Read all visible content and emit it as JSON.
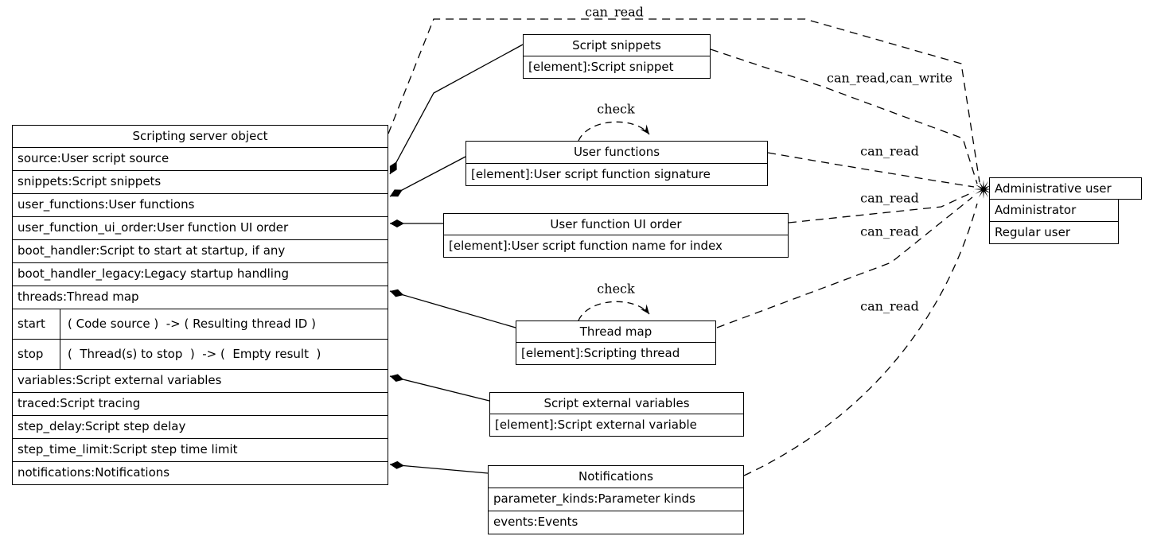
{
  "main_table": {
    "title": "Scripting server object",
    "rows": [
      {
        "label": "source:User script source"
      },
      {
        "label": "snippets:Script snippets"
      },
      {
        "label": "user_functions:User functions"
      },
      {
        "label": "user_function_ui_order:User function UI order"
      },
      {
        "label": "boot_handler:Script to start at startup, if any"
      },
      {
        "label": "boot_handler_legacy:Legacy startup handling"
      },
      {
        "label": "threads:Thread map"
      },
      {
        "method": "start",
        "signature": "( Code source )  -> ( Resulting thread ID )"
      },
      {
        "method": "stop",
        "signature": "(  Thread(s) to stop  )  -> (  Empty result  )"
      },
      {
        "label": "variables:Script external variables"
      },
      {
        "label": "traced:Script tracing"
      },
      {
        "label": "step_delay:Script step delay"
      },
      {
        "label": "step_time_limit:Script step time limit"
      },
      {
        "label": "notifications:Notifications"
      }
    ]
  },
  "nodes": {
    "script_snippets": {
      "title": "Script snippets",
      "row": "[element]:Script snippet"
    },
    "user_functions": {
      "title": "User functions",
      "row": "[element]:User script function signature",
      "loop_label": "check"
    },
    "user_function_ui_order": {
      "title": "User function UI order",
      "row": "[element]:User script function name for index"
    },
    "thread_map": {
      "title": "Thread map",
      "row": "[element]:Scripting thread",
      "loop_label": "check"
    },
    "script_external_variables": {
      "title": "Script external variables",
      "row": "[element]:Script external variable"
    },
    "notifications": {
      "title": "Notifications",
      "rows": [
        "parameter_kinds:Parameter kinds",
        "events:Events"
      ]
    }
  },
  "admin_table": {
    "title": "Administrative user",
    "rows": [
      "Administrator",
      "Regular user"
    ]
  },
  "edge_labels": {
    "server_to_admin": "can_read",
    "snippets_to_admin": "can_read,can_write",
    "user_functions_to_admin": "can_read",
    "ui_order_to_admin": "can_read",
    "thread_map_to_admin": "can_read",
    "notifications_to_admin": "can_read"
  },
  "colors": {
    "line": "#000000",
    "background": "#ffffff"
  }
}
